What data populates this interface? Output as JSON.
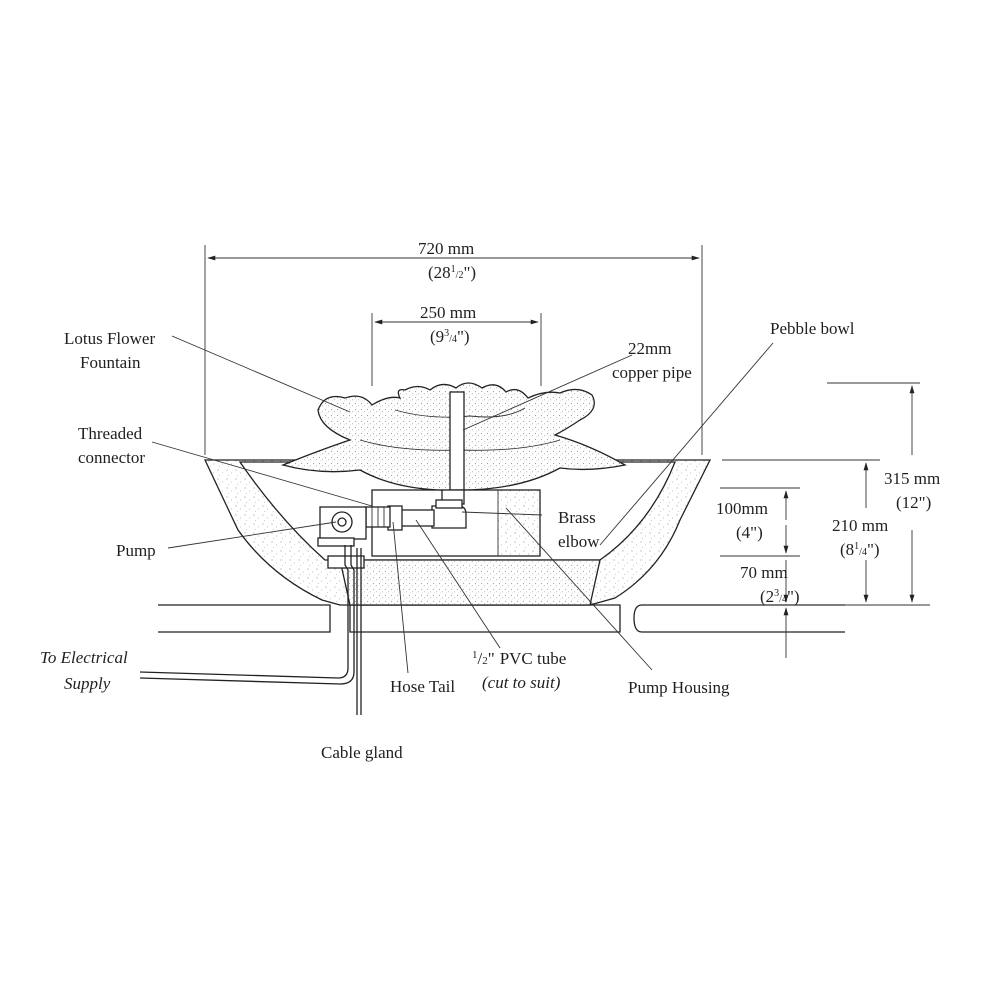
{
  "labels": {
    "lotus_flower_fountain": [
      "Lotus Flower",
      "Fountain"
    ],
    "threaded_connector": [
      "Threaded",
      "connector"
    ],
    "pump": "Pump",
    "to_electrical_supply": [
      "To Electrical",
      "Supply"
    ],
    "cable_gland": "Cable gland",
    "hose_tail": "Hose Tail",
    "pvc_tube": "PVC tube",
    "pvc_tube_fraction_num": "1",
    "pvc_tube_fraction_den": "2",
    "pvc_tube_inch": "\"",
    "cut_to_suit": "(cut to suit)",
    "pump_housing": "Pump Housing",
    "brass_elbow": [
      "Brass",
      "elbow"
    ],
    "copper_pipe": [
      "22mm",
      "copper pipe"
    ],
    "pebble_bowl": "Pebble bowl"
  },
  "dimensions": {
    "overall_width": {
      "metric": "720 mm",
      "imperial": "(28",
      "imperial_frac_num": "1",
      "imperial_frac_den": "2",
      "imperial_end": "\")"
    },
    "fountain_width": {
      "metric": "250 mm",
      "imperial": "(9",
      "imperial_frac_num": "3",
      "imperial_frac_den": "4",
      "imperial_end": "\")"
    },
    "total_height": {
      "metric": "315 mm",
      "imperial": "(12\")"
    },
    "bowl_height": {
      "metric": "210 mm",
      "imperial": "(8",
      "imperial_frac_num": "1",
      "imperial_frac_den": "4",
      "imperial_end": "\")"
    },
    "housing_height": {
      "metric": "100mm",
      "imperial": "(4\")"
    },
    "base_height": {
      "metric": "70 mm",
      "imperial": "(2",
      "imperial_frac_num": "3",
      "imperial_frac_den": "4",
      "imperial_end": "\")"
    }
  },
  "colors": {
    "ink": "#222222",
    "background": "#ffffff"
  }
}
